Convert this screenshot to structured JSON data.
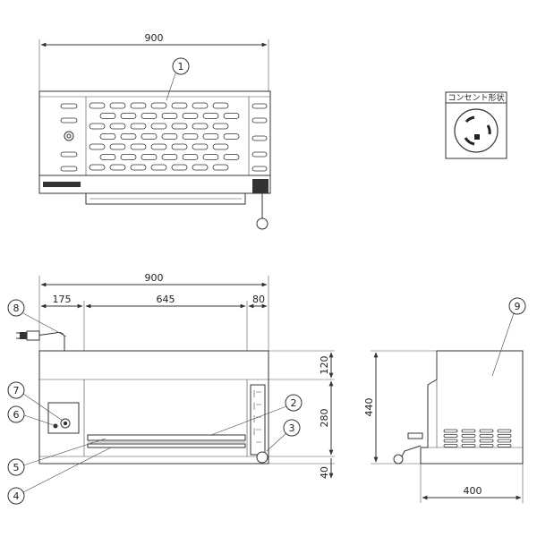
{
  "dimensions": {
    "top_width": "900",
    "front_width": "900",
    "front_left": "175",
    "front_middle": "645",
    "front_right": "80",
    "height_top": "120",
    "height_middle": "280",
    "height_bottom": "40",
    "side_height": "440",
    "side_depth": "400"
  },
  "inset": {
    "title": "コンセント形状",
    "icon": "twist-lock-plug-icon"
  },
  "callouts": [
    "1",
    "2",
    "3",
    "4",
    "5",
    "6",
    "7",
    "8",
    "9"
  ]
}
